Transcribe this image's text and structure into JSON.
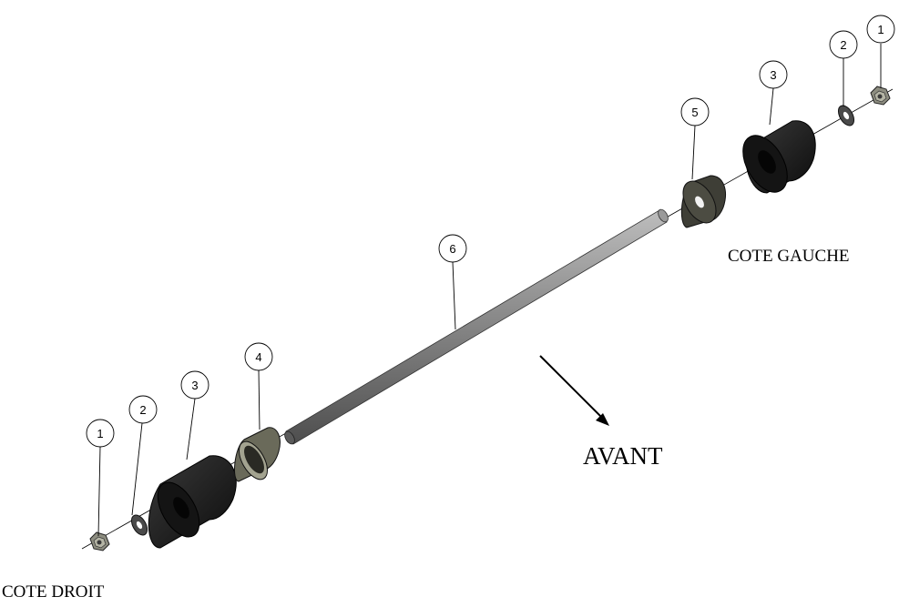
{
  "labels": {
    "right_side": "COTE DROIT",
    "left_side": "COTE GAUCHE",
    "front": "AVANT"
  },
  "callouts": {
    "nut": "1",
    "washer": "2",
    "roller": "3",
    "ring": "4",
    "spacer": "5",
    "axle": "6"
  },
  "colors": {
    "ink": "#000000",
    "roller": "#1d1d1d",
    "axle": "#7a7a7a",
    "washer": "#4a4a4a",
    "spacer": "#3e3e36",
    "ring": "#6a6a5a"
  }
}
